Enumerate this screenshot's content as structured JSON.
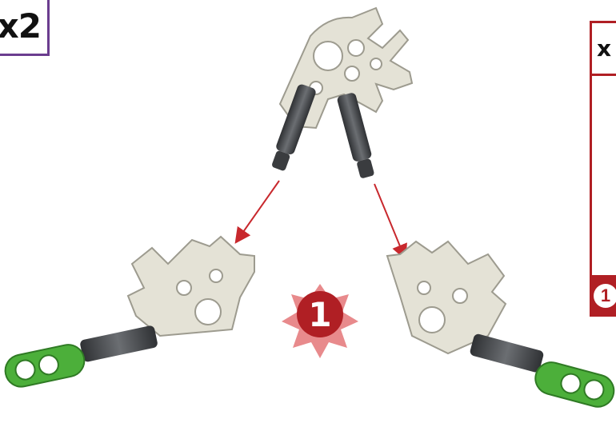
{
  "badge": {
    "text": "x2"
  },
  "side_panel": {
    "header": "x",
    "step": "1"
  },
  "step": {
    "number": "1"
  },
  "colors": {
    "connector_frame": "#e4e2d6",
    "connector_frame_edge": "#9d9b8f",
    "rod": "#4b4d50",
    "green_rod": "#4caf3a",
    "arrow": "#c8282d",
    "step_badge": "#b01f24",
    "star": "#e88a8c",
    "badge_border": "#6b3d8f"
  },
  "icons": [
    "star-burst-icon",
    "arrow-icon"
  ]
}
